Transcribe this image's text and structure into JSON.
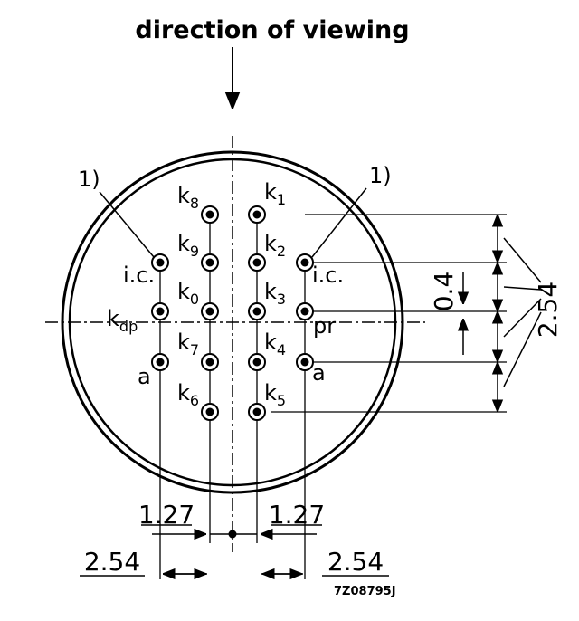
{
  "title": "direction of viewing",
  "note_marker": "1)",
  "pins": [
    {
      "base": "k",
      "sub": "8"
    },
    {
      "base": "k",
      "sub": "1"
    },
    {
      "base": "k",
      "sub": "9"
    },
    {
      "base": "k",
      "sub": "2"
    },
    {
      "base": "k",
      "sub": "0"
    },
    {
      "base": "k",
      "sub": "3"
    },
    {
      "base": "k",
      "sub": "7"
    },
    {
      "base": "k",
      "sub": "4"
    },
    {
      "base": "k",
      "sub": "6"
    },
    {
      "base": "k",
      "sub": "5"
    },
    {
      "base": "k",
      "sub": "dp"
    }
  ],
  "labels": {
    "ic_left": "i.c.",
    "ic_right": "i.c.",
    "pr": "pr",
    "a_left": "a",
    "a_right": "a"
  },
  "dimensions": {
    "pitch_vertical": "2.54",
    "offset_vertical": "0.4",
    "pitch_left": "1.27",
    "pitch_right": "1.27",
    "span_left": "2.54",
    "span_right": "2.54"
  },
  "drawing_code": "7Z08795J"
}
